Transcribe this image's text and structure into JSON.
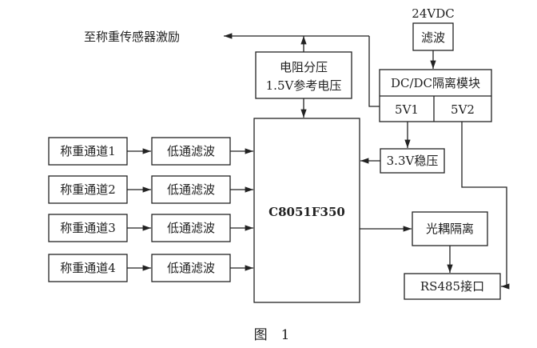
{
  "title": "图　1",
  "excitation_label": "至称重传感器激励",
  "supply_label": "24VDC",
  "filter_label": "滤波",
  "divider_lines": [
    "电阻分压",
    "1.5V参考电压"
  ],
  "dcdc_label": "DC/DC隔离模块",
  "out1_label": "5V1",
  "out2_label": "5V2",
  "regulator_label": "3.3V稳压",
  "mcu_label": "C8051F350",
  "optocoupler_label": "光耦隔离",
  "rs485_label": "RS485接口",
  "channels": [
    {
      "name": "称重通道1",
      "filter": "低通滤波"
    },
    {
      "name": "称重通道2",
      "filter": "低通滤波"
    },
    {
      "name": "称重通道3",
      "filter": "低通滤波"
    },
    {
      "name": "称重通道4",
      "filter": "低通滤波"
    }
  ],
  "colors": {
    "stroke": "#222222",
    "background": "#ffffff"
  }
}
